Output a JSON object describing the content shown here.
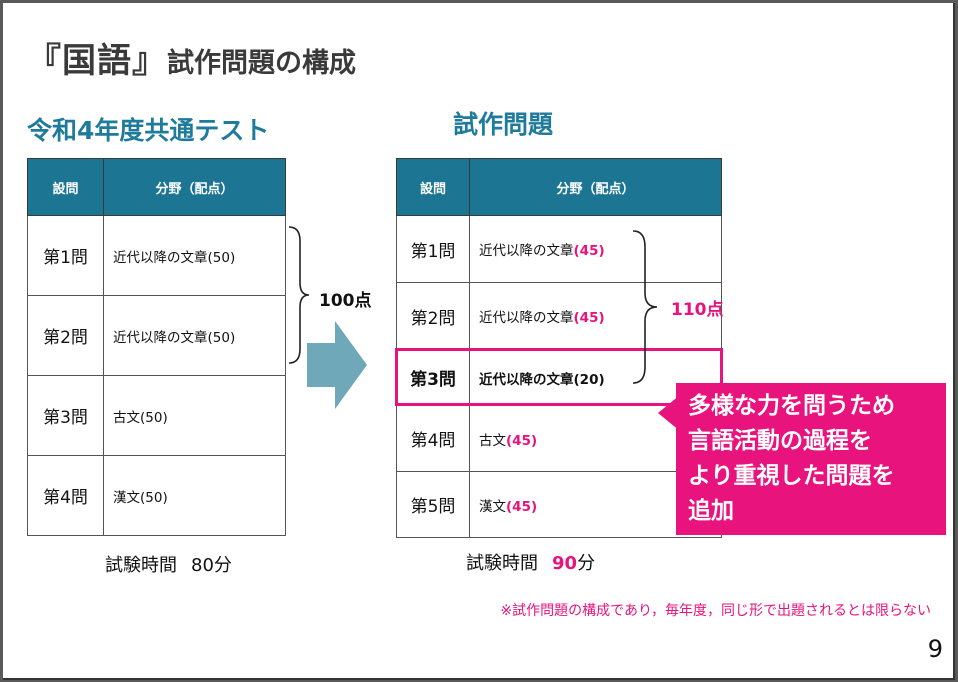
{
  "title": {
    "main": "『国語』",
    "rest": "試作問題の構成"
  },
  "left": {
    "heading": "令和4年度共通テスト",
    "header": {
      "q": "設問",
      "f": "分野（配点）"
    },
    "rows": [
      {
        "q": "第1問",
        "f": "近代以降の文章(50)"
      },
      {
        "q": "第2問",
        "f": "近代以降の文章(50)"
      },
      {
        "q": "第3問",
        "f": "古文(50)"
      },
      {
        "q": "第4問",
        "f": "漢文(50)"
      }
    ],
    "brace_label": "100点",
    "time_label": "試験時間",
    "time_value": "80分"
  },
  "right": {
    "heading": "試作問題",
    "header": {
      "q": "設問",
      "f": "分野（配点）"
    },
    "rows": [
      {
        "q": "第1問",
        "f": "近代以降の文章",
        "pts": "(45)"
      },
      {
        "q": "第2問",
        "f": "近代以降の文章",
        "pts": "(45)"
      },
      {
        "q": "第3問",
        "f": "近代以降の文章(20)"
      },
      {
        "q": "第4問",
        "f": "古文",
        "pts": "(45)"
      },
      {
        "q": "第5問",
        "f": "漢文",
        "pts": "(45)"
      }
    ],
    "brace_label": "110点",
    "time_label": "試験時間",
    "time_value": "90",
    "time_unit": "分"
  },
  "callout": [
    "多様な力を問うため",
    "言語活動の過程を",
    "より重視した問題を",
    "追加"
  ],
  "note": "※試作問題の構成であり，毎年度，同じ形で出題されるとは限らない",
  "page_number": "9",
  "colors": {
    "accent": "#e8137d",
    "header_bg": "#1c7593",
    "heading": "#1f7b9c",
    "arrow": "#6fa8b8"
  }
}
